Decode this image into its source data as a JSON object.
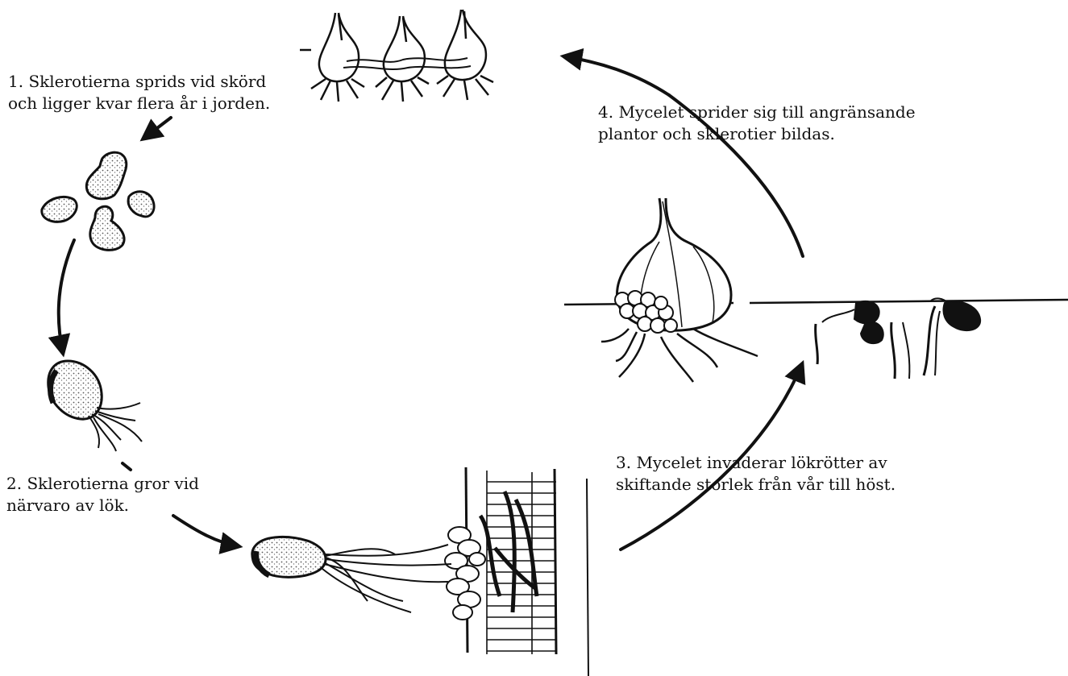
{
  "steps": [
    {
      "id": 1,
      "lines": [
        "1. Sklerotierna sprids vid skörd",
        "och ligger kvar flera år i jorden."
      ]
    },
    {
      "id": 2,
      "lines": [
        "2. Sklerotierna gror vid",
        "närvaro av lök."
      ]
    },
    {
      "id": 3,
      "lines": [
        "3. Mycelet invaderar lökrötter av",
        "skiftande storlek från vår till höst."
      ]
    },
    {
      "id": 4,
      "lines": [
        "4. Mycelet sprider sig till angränsande",
        "plantor och sklerotier bildas."
      ]
    }
  ],
  "colors": {
    "ink": "#111111",
    "background": "#ffffff",
    "stipple": "#555555"
  }
}
